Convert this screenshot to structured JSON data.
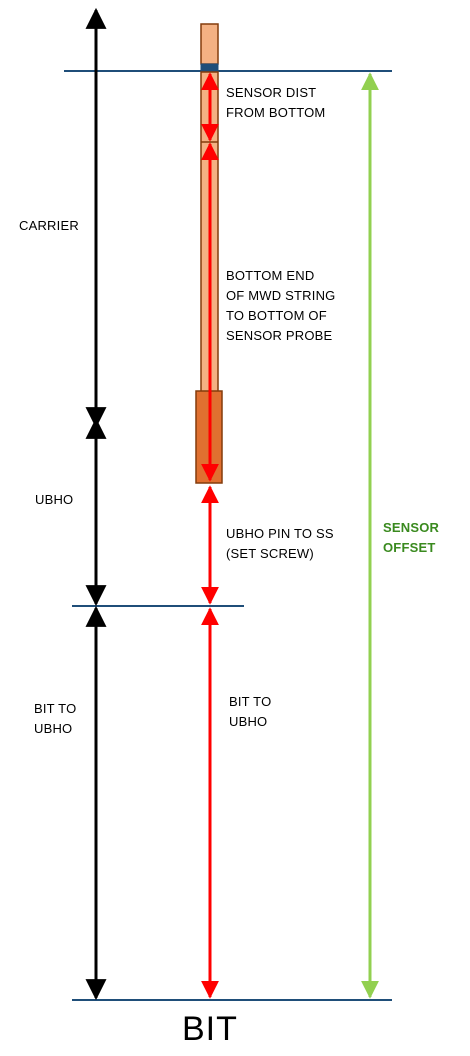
{
  "labels": {
    "carrier": [
      "CARRIER"
    ],
    "ubho": [
      "UBHO"
    ],
    "bit_to_ubho_left": [
      "BIT TO",
      "UBHO"
    ],
    "sensor_dist": [
      "SENSOR DIST",
      "FROM BOTTOM"
    ],
    "bottom_end": [
      "BOTTOM END",
      "OF MWD STRING",
      "TO BOTTOM OF",
      "SENSOR PROBE"
    ],
    "ubho_pin": [
      "UBHO PIN TO SS",
      "(SET SCREW)"
    ],
    "bit_to_ubho_right": [
      "BIT TO",
      "UBHO"
    ],
    "sensor_offset": [
      "SENSOR",
      "OFFSET"
    ],
    "bit": "BIT"
  },
  "colors": {
    "black_dimension": "#000000",
    "red_dimension": "#ff0000",
    "green_dimension": "#92d050",
    "reference_line": "#1f4e79",
    "probe_fill": "#f4b183",
    "probe_stroke": "#843c0c",
    "carrier_fill": "#e07030",
    "sensor_mark": "#1f4e79",
    "label_green": "#3a8a1f"
  }
}
